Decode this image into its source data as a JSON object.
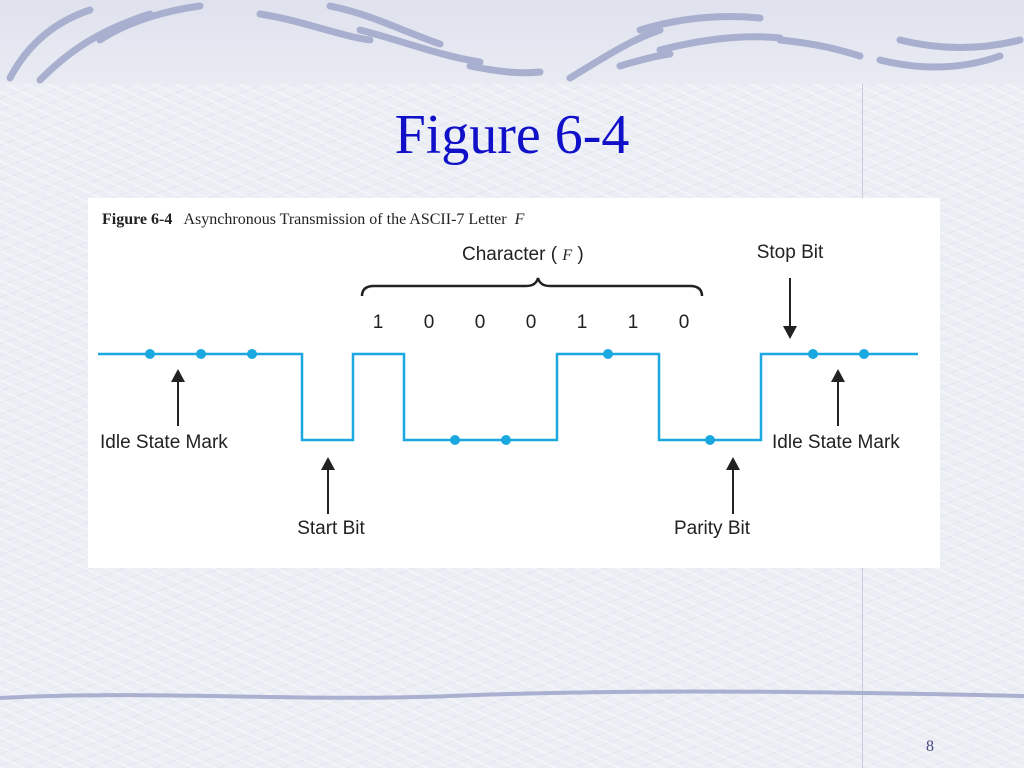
{
  "slide": {
    "title": "Figure 6-4",
    "page_number": "8"
  },
  "figure": {
    "caption_label": "Figure 6-4",
    "caption_text": "Asynchronous Transmission of the ASCII-7 Letter",
    "caption_letter": "F",
    "character_label": "Character (",
    "character_letter": "F",
    "character_close": ")",
    "bits": [
      "1",
      "0",
      "0",
      "0",
      "1",
      "1",
      "0"
    ],
    "labels": {
      "stop_bit": "Stop Bit",
      "idle_left": "Idle State Mark",
      "idle_right": "Idle State Mark",
      "start_bit": "Start Bit",
      "parity_bit": "Parity Bit"
    },
    "colors": {
      "signal": "#1ba8e0",
      "text": "#222222",
      "title": "#1010c8"
    }
  }
}
